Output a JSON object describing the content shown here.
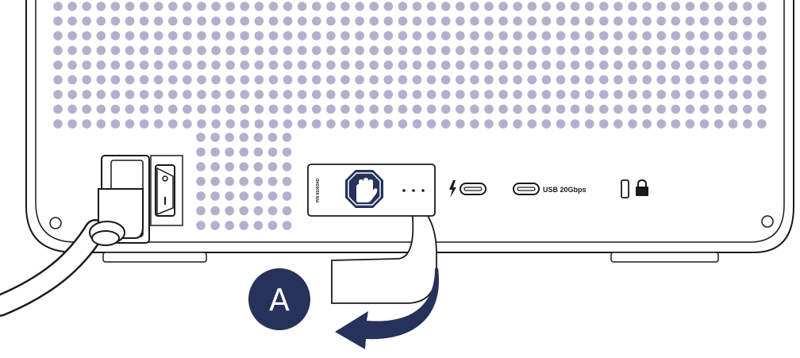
{
  "colors": {
    "outline": "#1a1a1a",
    "vent_dots": "#b3b0cf",
    "accent_navy": "#26325a",
    "background": "#ffffff"
  },
  "labels": {
    "usb_port": "USB 20Gbps",
    "part_number": "P/N 9100S4D",
    "step_marker": "A"
  },
  "icons": {
    "power_cord": "power-plug-icon",
    "power_switch": "power-switch-icon",
    "stop_hand": "stop-hand-icon",
    "thunderbolt": "thunderbolt-bolt-icon",
    "usb_c_port": "usb-c-port-icon",
    "security_slot": "kensington-slot-icon",
    "lock": "lock-icon",
    "pull_arrow": "curved-arrow-icon"
  }
}
